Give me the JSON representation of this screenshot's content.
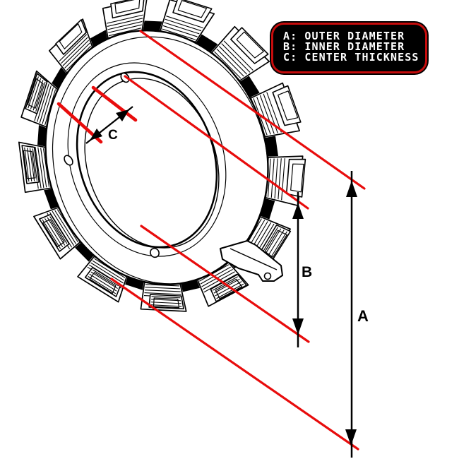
{
  "legend": {
    "items": [
      {
        "key": "A",
        "description": "OUTER DIAMETER",
        "text": "A: OUTER DIAMETER"
      },
      {
        "key": "B",
        "description": "INNER DIAMETER",
        "text": "B: INNER DIAMETER"
      },
      {
        "key": "C",
        "description": "CENTER THICKNESS",
        "text": "C: CENTER THICKNESS"
      }
    ]
  },
  "labels": {
    "outer_diameter": "A",
    "inner_diameter": "B",
    "center_thickness": "C"
  },
  "colors": {
    "dimension_red": "#e80c0c",
    "line_black": "#000000",
    "legend_background": "#000000",
    "legend_border": "#c60c0c",
    "legend_text": "#ffffff",
    "canvas_background": "#ffffff"
  }
}
